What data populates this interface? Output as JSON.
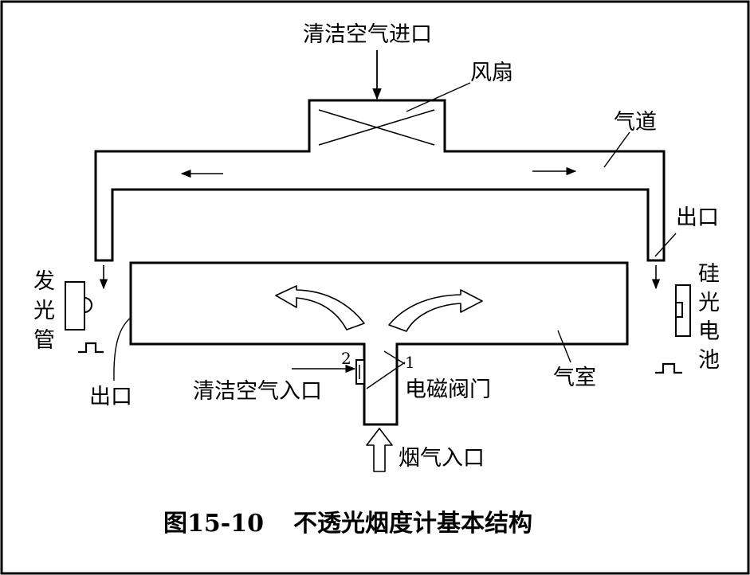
{
  "labels": {
    "clean_air_inlet_top": "清洁空气进口",
    "fan": "风扇",
    "air_duct": "气道",
    "outlet_right": "出口",
    "light_emitter": [
      "发",
      "光",
      "管"
    ],
    "photocell": [
      "硅",
      "光",
      "电",
      "池"
    ],
    "outlet_left": "出口",
    "clean_air_inlet_bottom": "清洁空气入口",
    "valve_num_2": "2",
    "valve_num_1": "1",
    "solenoid_valve": "电磁阀门",
    "air_chamber": "气室",
    "smoke_inlet": "烟气入口"
  },
  "caption": {
    "figure_number": "图15-10",
    "title": "不透光烟度计基本结构"
  }
}
